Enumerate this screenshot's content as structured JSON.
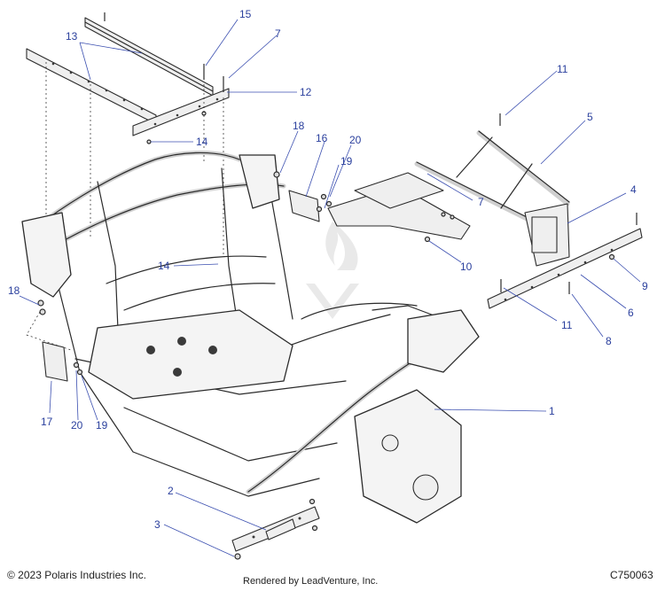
{
  "callouts": {
    "c1": "1",
    "c2": "2",
    "c3": "3",
    "c4": "4",
    "c5": "5",
    "c6": "6",
    "c7a": "7",
    "c7b": "7",
    "c8": "8",
    "c9": "9",
    "c10": "10",
    "c11a": "11",
    "c11b": "11",
    "c12": "12",
    "c13": "13",
    "c14a": "14",
    "c14b": "14",
    "c15": "15",
    "c16": "16",
    "c17": "17",
    "c18a": "18",
    "c18b": "18",
    "c19a": "19",
    "c19b": "19",
    "c20a": "20",
    "c20b": "20"
  },
  "footer": {
    "copyright": "© 2023 Polaris Industries Inc.",
    "rendered_by": "Rendered by LeadVenture, Inc.",
    "diagram_code": "C750063"
  },
  "colors": {
    "callout": "#2a3f9d",
    "line_art": "#2b2b2b",
    "background": "#ffffff"
  }
}
